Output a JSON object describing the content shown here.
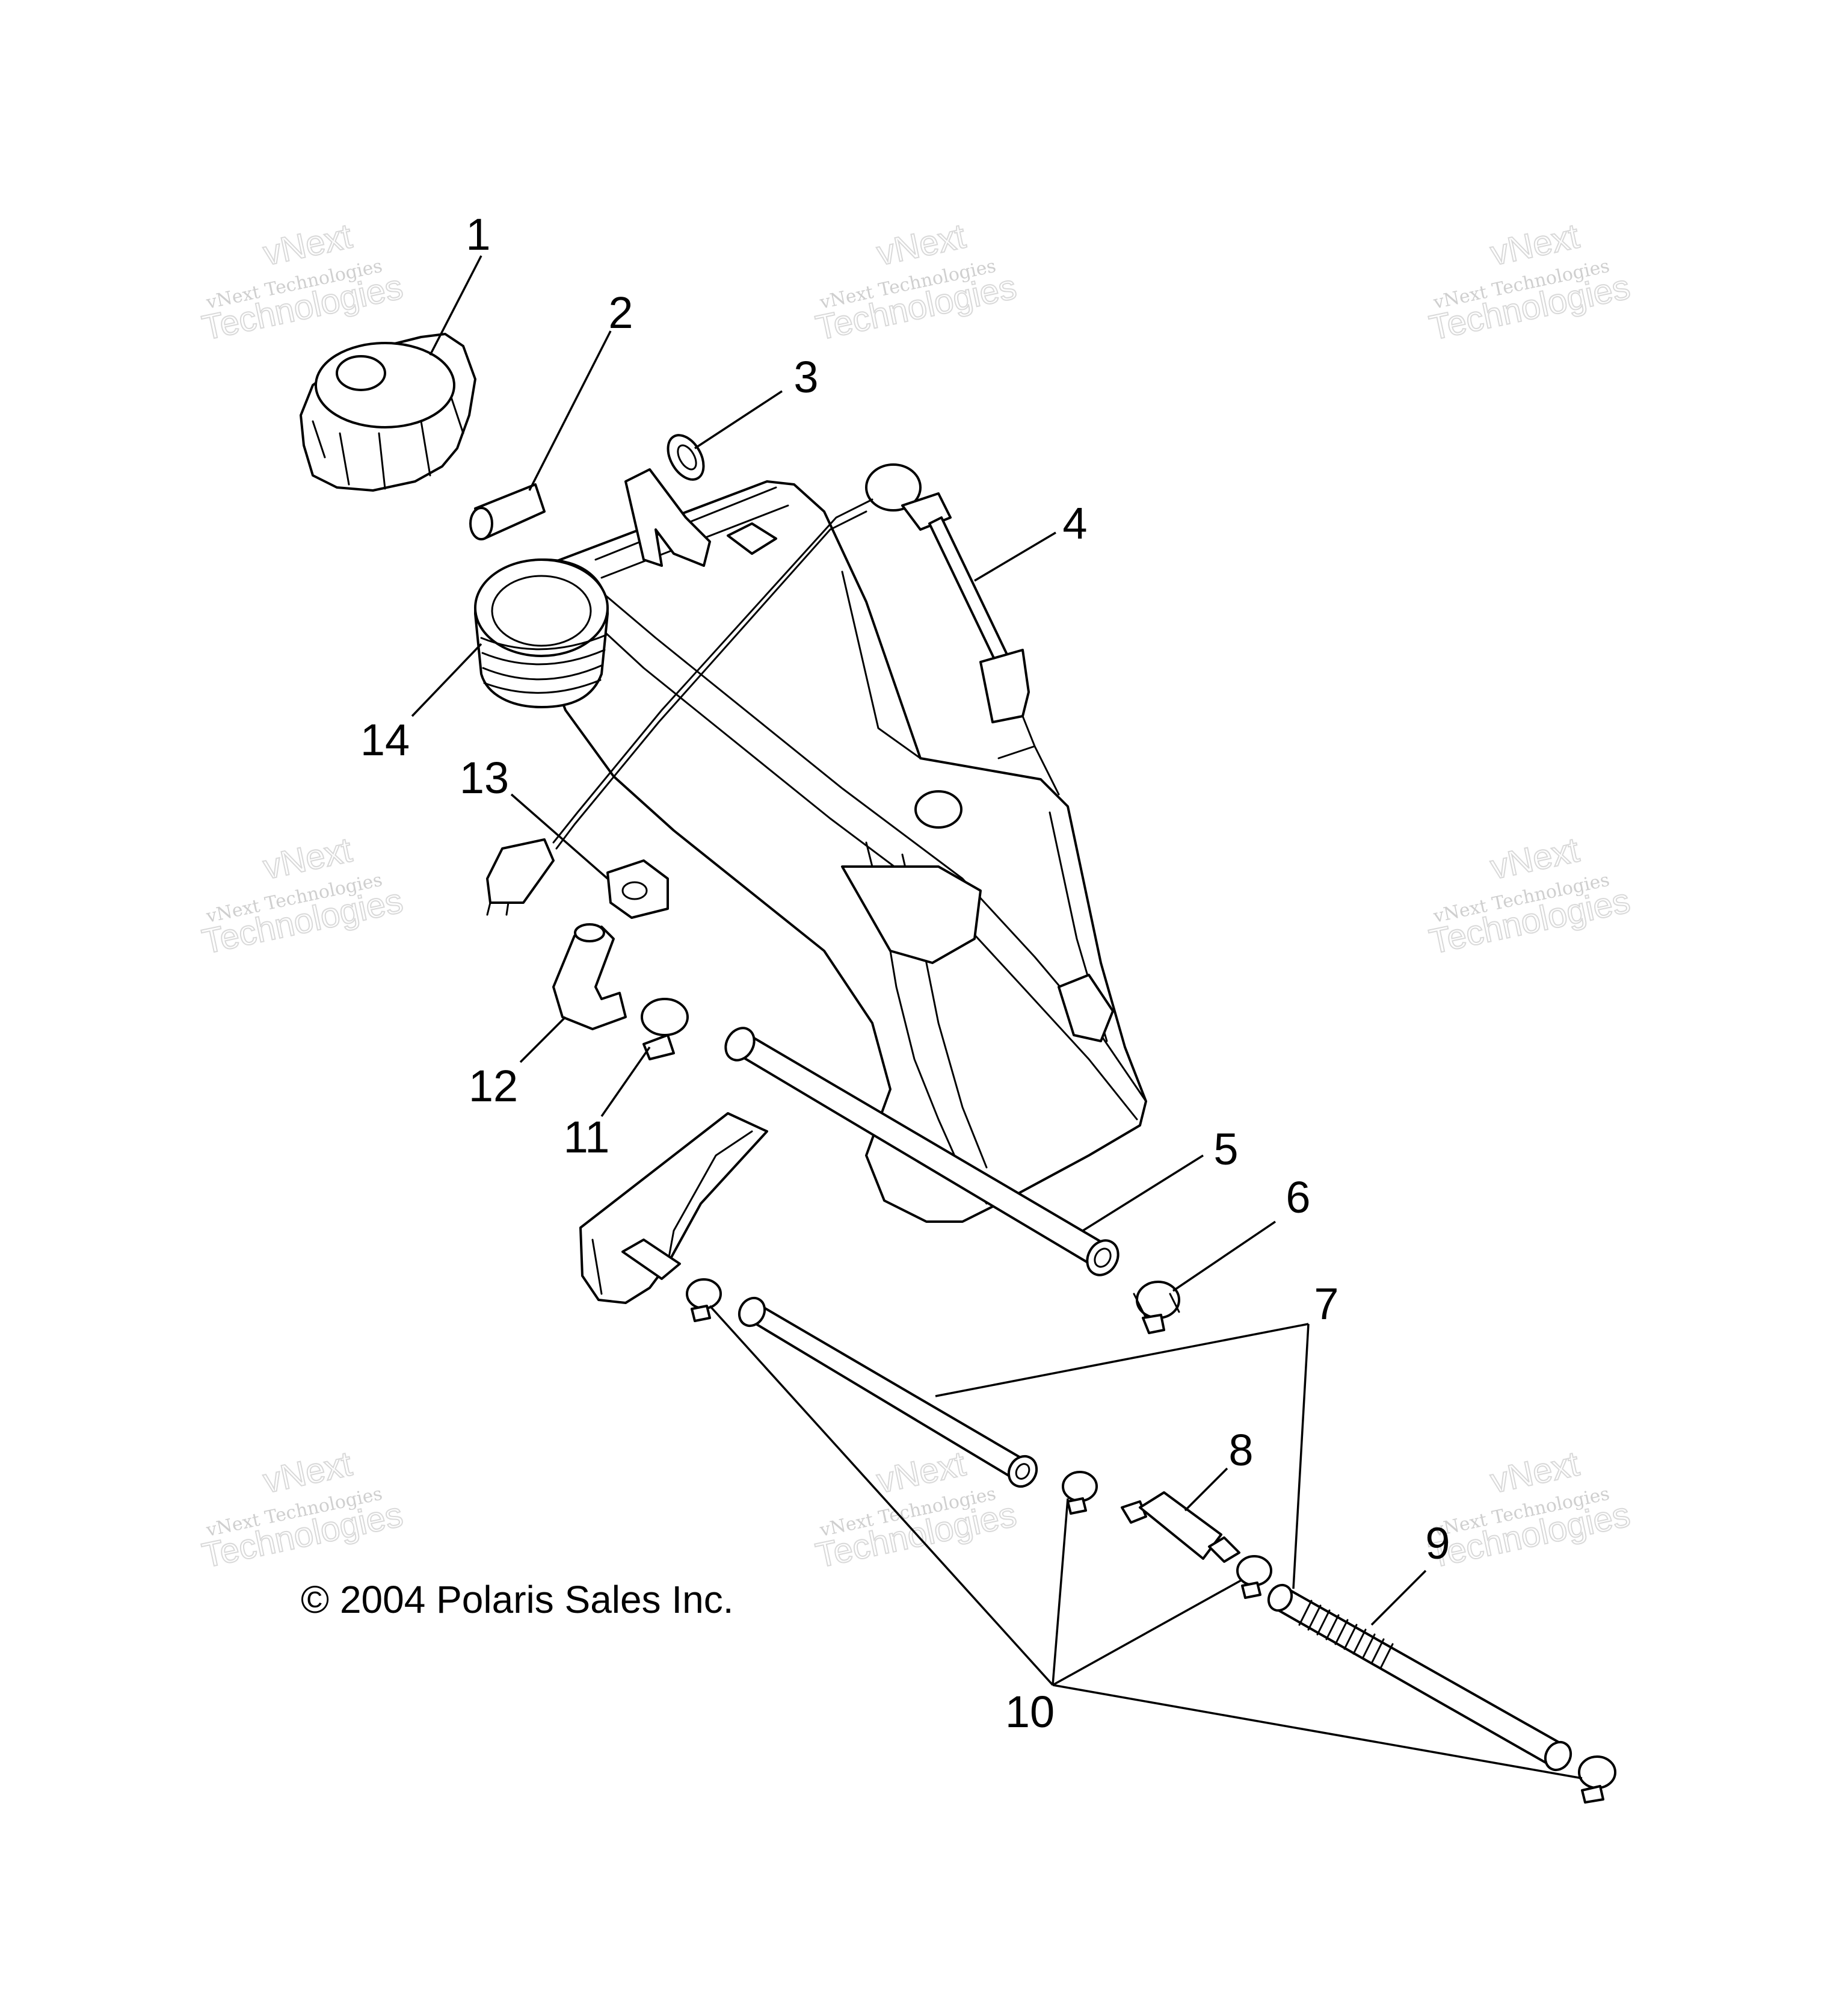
{
  "copyright": "© 2004 Polaris Sales Inc.",
  "watermark": {
    "line1": "vNext",
    "line2": "vNext Technologies",
    "line3": "Technologies"
  },
  "callouts": [
    {
      "id": "1",
      "label": "1"
    },
    {
      "id": "2",
      "label": "2"
    },
    {
      "id": "3",
      "label": "3"
    },
    {
      "id": "4",
      "label": "4"
    },
    {
      "id": "5",
      "label": "5"
    },
    {
      "id": "6",
      "label": "6"
    },
    {
      "id": "7",
      "label": "7"
    },
    {
      "id": "8",
      "label": "8"
    },
    {
      "id": "9",
      "label": "9"
    },
    {
      "id": "10",
      "label": "10"
    },
    {
      "id": "11",
      "label": "11"
    },
    {
      "id": "12",
      "label": "12"
    },
    {
      "id": "13",
      "label": "13"
    },
    {
      "id": "14",
      "label": "14"
    }
  ]
}
